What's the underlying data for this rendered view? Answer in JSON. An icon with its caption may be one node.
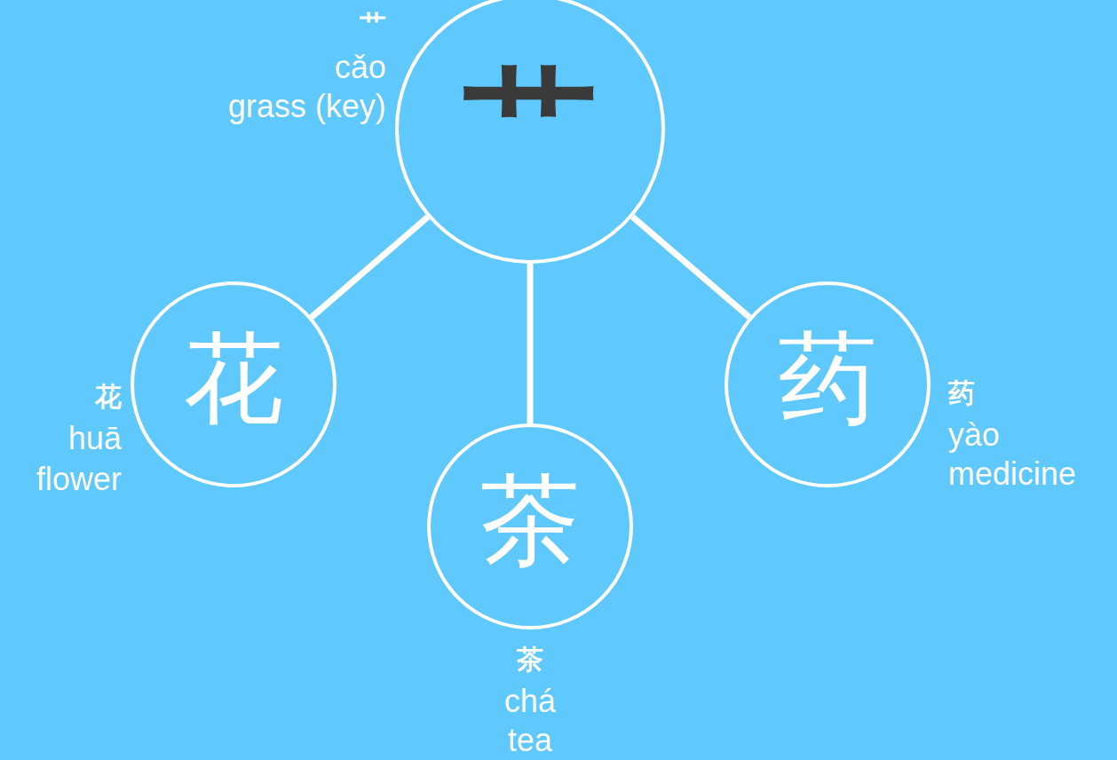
{
  "diagram": {
    "nodes": [
      {
        "text": [
          "艹"
        ],
        "beside": [
          "艹",
          "cǎo",
          "grass (key)"
        ]
      },
      {
        "text": [
          "花"
        ],
        "beside": [
          "花",
          "huā",
          "flower"
        ]
      },
      {
        "text": [
          "茶"
        ],
        "beside": [
          "茶",
          "chá",
          "tea"
        ]
      },
      {
        "text": [
          "药"
        ],
        "beside": [
          "药",
          "yào",
          "medicine"
        ]
      }
    ],
    "edges": [
      {
        "from": 0,
        "to": 1,
        "arrow": "none"
      },
      {
        "from": 0,
        "to": 2,
        "arrow": "none"
      },
      {
        "from": 0,
        "to": 3,
        "arrow": "none"
      }
    ]
  }
}
